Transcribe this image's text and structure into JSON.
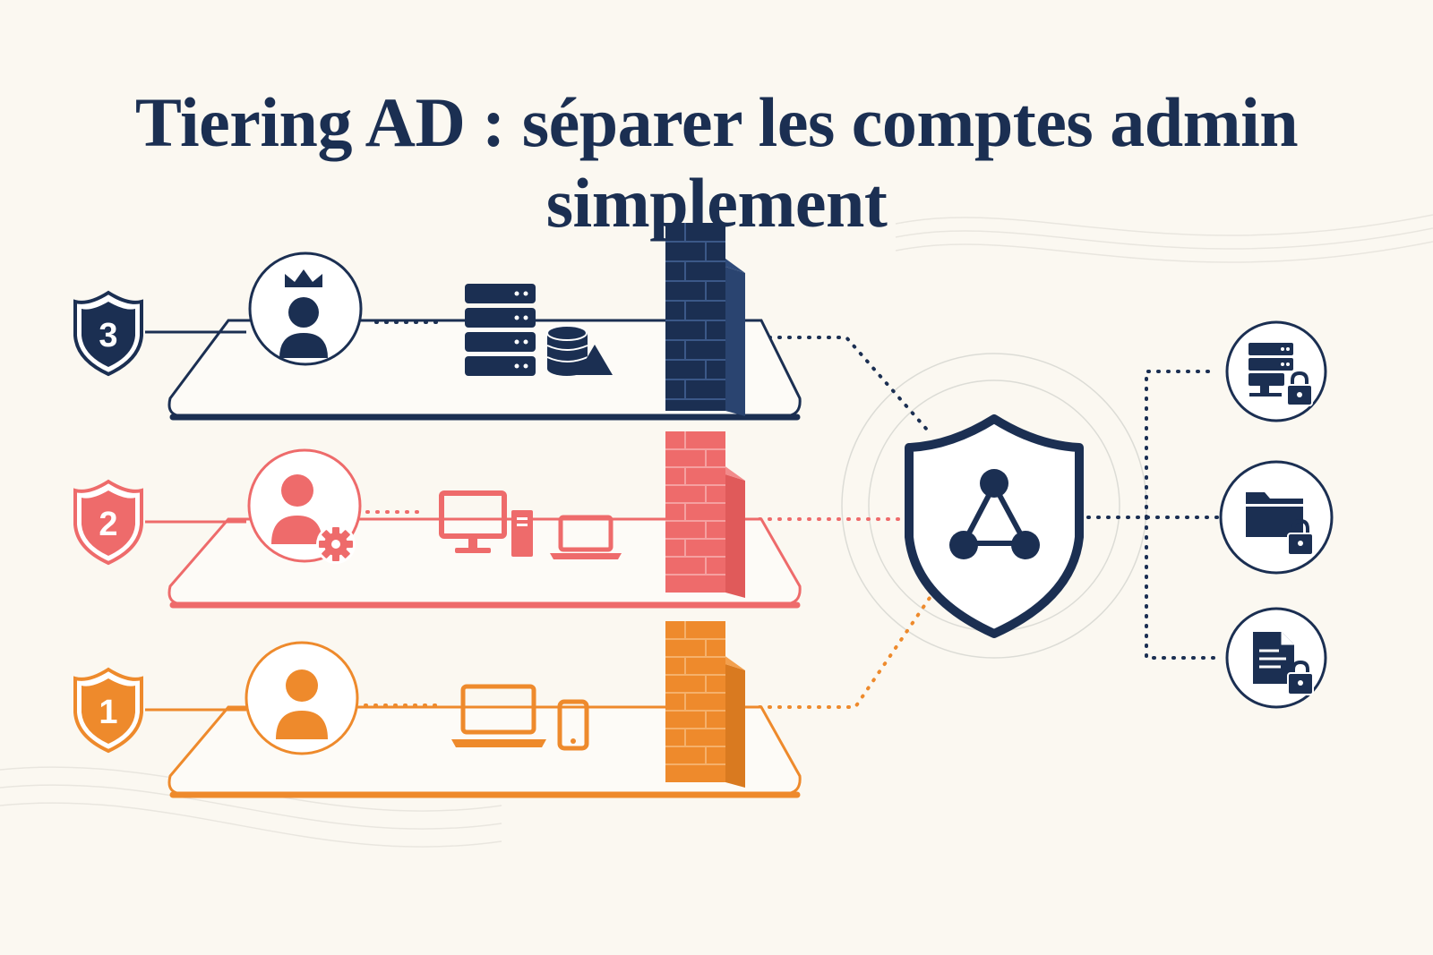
{
  "title": "Tiering AD : séparer les comptes admin simplement",
  "colors": {
    "background": "#fbf8f1",
    "navy": "#1b2f52",
    "coral": "#ee6b6b",
    "orange": "#ee8a2c",
    "ring": "#dcdcd6"
  },
  "tiers": [
    {
      "badge": "3",
      "color": "#1b2f52",
      "admin_icon": "crowned-admin-icon",
      "assets": [
        "server-rack-icon",
        "database-icon",
        "triangle-icon"
      ]
    },
    {
      "badge": "2",
      "color": "#ee6b6b",
      "admin_icon": "admin-gear-icon",
      "assets": [
        "desktop-icon",
        "tower-pc-icon",
        "laptop-icon"
      ]
    },
    {
      "badge": "1",
      "color": "#ee8a2c",
      "admin_icon": "user-icon",
      "assets": [
        "laptop-icon",
        "smartphone-icon"
      ]
    }
  ],
  "hub": {
    "icon": "shield-network-icon"
  },
  "resources": [
    "server-lock-icon",
    "folder-lock-icon",
    "document-lock-icon"
  ]
}
